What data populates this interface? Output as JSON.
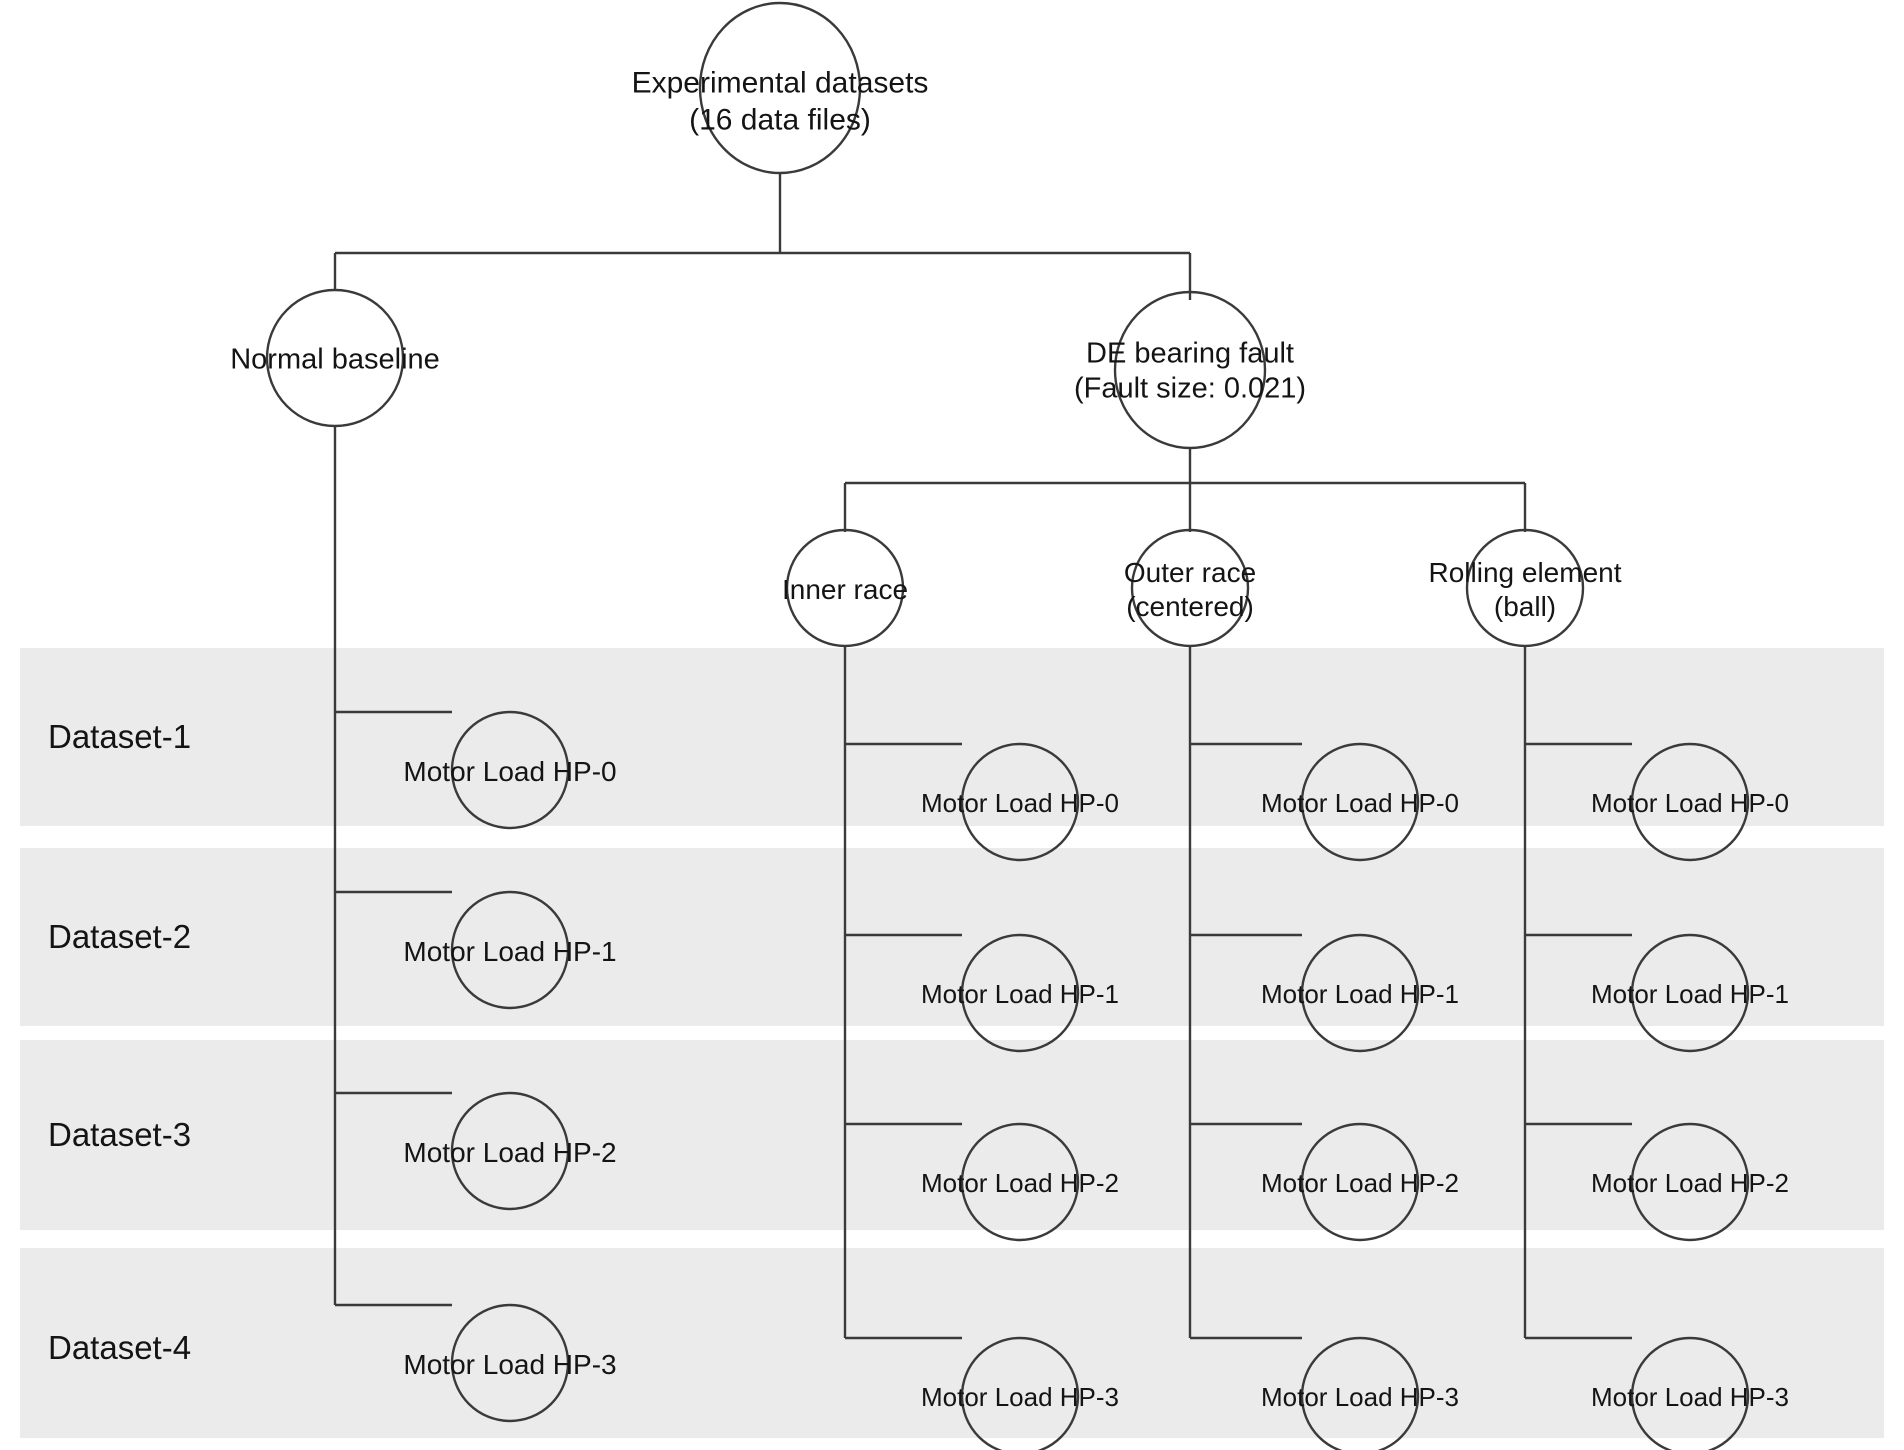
{
  "diagram": {
    "title": "Experimental datasets hierarchy",
    "colors": {
      "band": "#ebebeb",
      "stroke": "#3a3a3a",
      "text": "#141414",
      "background": "#ffffff"
    },
    "root": {
      "line1": "Experimental datasets",
      "line2": "(16 data files)"
    },
    "level2": [
      {
        "id": "normal-baseline",
        "line1": "Normal baseline",
        "line2": ""
      },
      {
        "id": "de-bearing-fault",
        "line1": "DE bearing fault",
        "line2": "(Fault size: 0.021)"
      }
    ],
    "level3": [
      {
        "id": "inner-race",
        "line1": "Inner race",
        "line2": ""
      },
      {
        "id": "outer-race",
        "line1": "Outer race",
        "line2": "(centered)"
      },
      {
        "id": "rolling-element",
        "line1": "Rolling element",
        "line2": "(ball)"
      }
    ],
    "dataset_rows": [
      {
        "id": "dataset-1",
        "label": "Dataset-1"
      },
      {
        "id": "dataset-2",
        "label": "Dataset-2"
      },
      {
        "id": "dataset-3",
        "label": "Dataset-3"
      },
      {
        "id": "dataset-4",
        "label": "Dataset-4"
      }
    ],
    "columns": [
      {
        "id": "normal-baseline",
        "parent": "Normal baseline"
      },
      {
        "id": "inner-race",
        "parent": "Inner race"
      },
      {
        "id": "outer-race",
        "parent": "Outer race (centered)"
      },
      {
        "id": "rolling-element",
        "parent": "Rolling element (ball)"
      }
    ],
    "leaves": {
      "normal": [
        "Motor Load HP-0",
        "Motor Load HP-1",
        "Motor Load HP-2",
        "Motor Load HP-3"
      ],
      "inner": [
        "Motor Load HP-0",
        "Motor Load HP-1",
        "Motor Load HP-2",
        "Motor Load HP-3"
      ],
      "outer": [
        "Motor Load HP-0",
        "Motor Load HP-1",
        "Motor Load HP-2",
        "Motor Load HP-3"
      ],
      "rolling": [
        "Motor Load HP-0",
        "Motor Load HP-1",
        "Motor Load HP-2",
        "Motor Load HP-3"
      ]
    }
  }
}
